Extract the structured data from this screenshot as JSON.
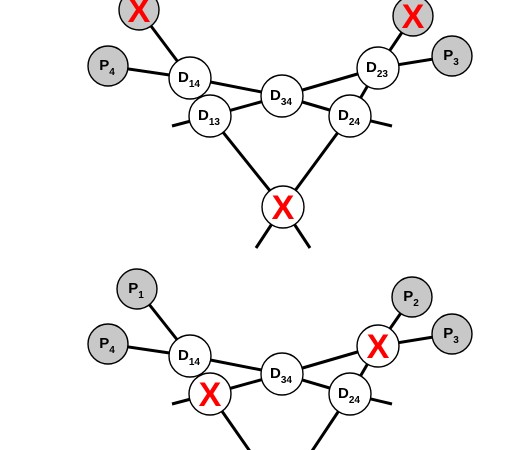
{
  "colors": {
    "edge": "#000000",
    "p_node_fill": "#c8c8c8",
    "d_node_fill": "#ffffff",
    "x_mark": "#ff0000"
  },
  "diagrams": [
    {
      "nodes": [
        {
          "id": "x_p1",
          "kind": "p",
          "main": "",
          "sub": "",
          "x_mark": "X"
        },
        {
          "id": "x_p2",
          "kind": "p",
          "main": "",
          "sub": "",
          "x_mark": "X"
        },
        {
          "id": "p4",
          "kind": "p",
          "main": "P",
          "sub": "4",
          "x_mark": ""
        },
        {
          "id": "p3",
          "kind": "p",
          "main": "P",
          "sub": "3",
          "x_mark": ""
        },
        {
          "id": "d14",
          "kind": "d",
          "main": "D",
          "sub": "14",
          "x_mark": ""
        },
        {
          "id": "d23",
          "kind": "d",
          "main": "D",
          "sub": "23",
          "x_mark": ""
        },
        {
          "id": "d34",
          "kind": "d",
          "main": "D",
          "sub": "34",
          "x_mark": ""
        },
        {
          "id": "d13",
          "kind": "d",
          "main": "D",
          "sub": "13",
          "x_mark": ""
        },
        {
          "id": "d24",
          "kind": "d",
          "main": "D",
          "sub": "24",
          "x_mark": ""
        },
        {
          "id": "x_bottom",
          "kind": "d",
          "main": "",
          "sub": "",
          "x_mark": "X"
        }
      ],
      "edges": [
        [
          "x_p1",
          "d14"
        ],
        [
          "p4",
          "d14"
        ],
        [
          "d14",
          "d34"
        ],
        [
          "d14",
          "d13"
        ],
        [
          "d34",
          "d13"
        ],
        [
          "d34",
          "d24"
        ],
        [
          "d34",
          "d23"
        ],
        [
          "x_p2",
          "d23"
        ],
        [
          "p3",
          "d23"
        ],
        [
          "d23",
          "d24"
        ],
        [
          "d13",
          "x_bottom"
        ],
        [
          "d24",
          "x_bottom"
        ]
      ]
    },
    {
      "nodes": [
        {
          "id": "p1",
          "kind": "p",
          "main": "P",
          "sub": "1",
          "x_mark": ""
        },
        {
          "id": "p2",
          "kind": "p",
          "main": "P",
          "sub": "2",
          "x_mark": ""
        },
        {
          "id": "p4",
          "kind": "p",
          "main": "P",
          "sub": "4",
          "x_mark": ""
        },
        {
          "id": "p3",
          "kind": "p",
          "main": "P",
          "sub": "3",
          "x_mark": ""
        },
        {
          "id": "d14",
          "kind": "d",
          "main": "D",
          "sub": "14",
          "x_mark": ""
        },
        {
          "id": "x_d23",
          "kind": "d",
          "main": "",
          "sub": "",
          "x_mark": "X"
        },
        {
          "id": "d34",
          "kind": "d",
          "main": "D",
          "sub": "34",
          "x_mark": ""
        },
        {
          "id": "x_d13",
          "kind": "d",
          "main": "",
          "sub": "",
          "x_mark": "X"
        },
        {
          "id": "d24",
          "kind": "d",
          "main": "D",
          "sub": "24",
          "x_mark": ""
        }
      ],
      "edges": [
        [
          "p1",
          "d14"
        ],
        [
          "p4",
          "d14"
        ],
        [
          "d14",
          "d34"
        ],
        [
          "d14",
          "x_d13"
        ],
        [
          "d34",
          "x_d13"
        ],
        [
          "d34",
          "d24"
        ],
        [
          "d34",
          "x_d23"
        ],
        [
          "p2",
          "x_d23"
        ],
        [
          "p3",
          "x_d23"
        ],
        [
          "x_d23",
          "d24"
        ]
      ]
    }
  ]
}
